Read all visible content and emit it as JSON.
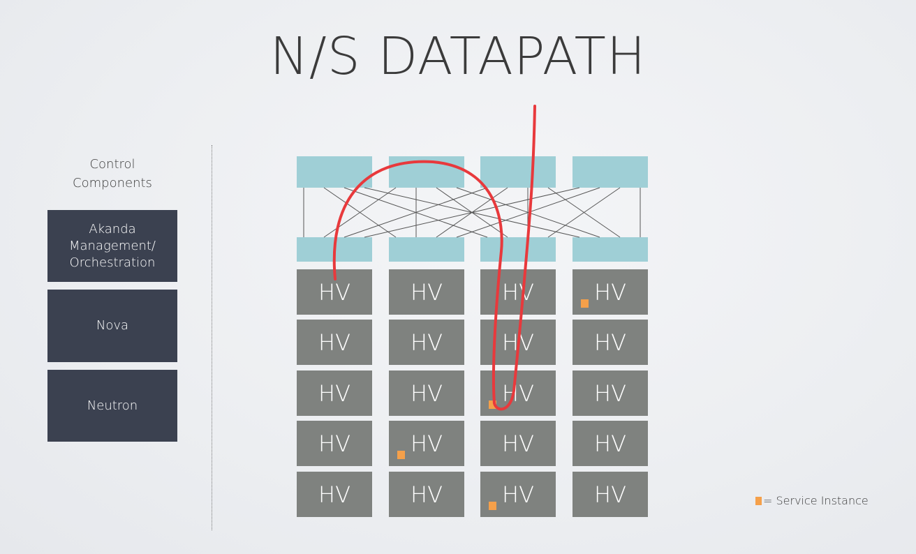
{
  "title": "N/S DATAPATH",
  "control": {
    "heading": "Control\nComponents",
    "boxes": [
      {
        "label": "Akanda\nManagement/\nOrchestration"
      },
      {
        "label": "Nova"
      },
      {
        "label": "Neutron"
      }
    ]
  },
  "grid": {
    "hv_label": "HV",
    "columns": 4,
    "rows": 5,
    "service_instances": [
      {
        "row": 0,
        "col": 3
      },
      {
        "row": 2,
        "col": 2
      },
      {
        "row": 3,
        "col": 1
      },
      {
        "row": 4,
        "col": 2
      }
    ]
  },
  "legend": {
    "label": "= Service Instance"
  },
  "colors": {
    "switch": "#9fcfd6",
    "hv": "#7f827f",
    "control_box": "#3b4150",
    "service_instance": "#f5a04a",
    "path": "#e8393c"
  }
}
